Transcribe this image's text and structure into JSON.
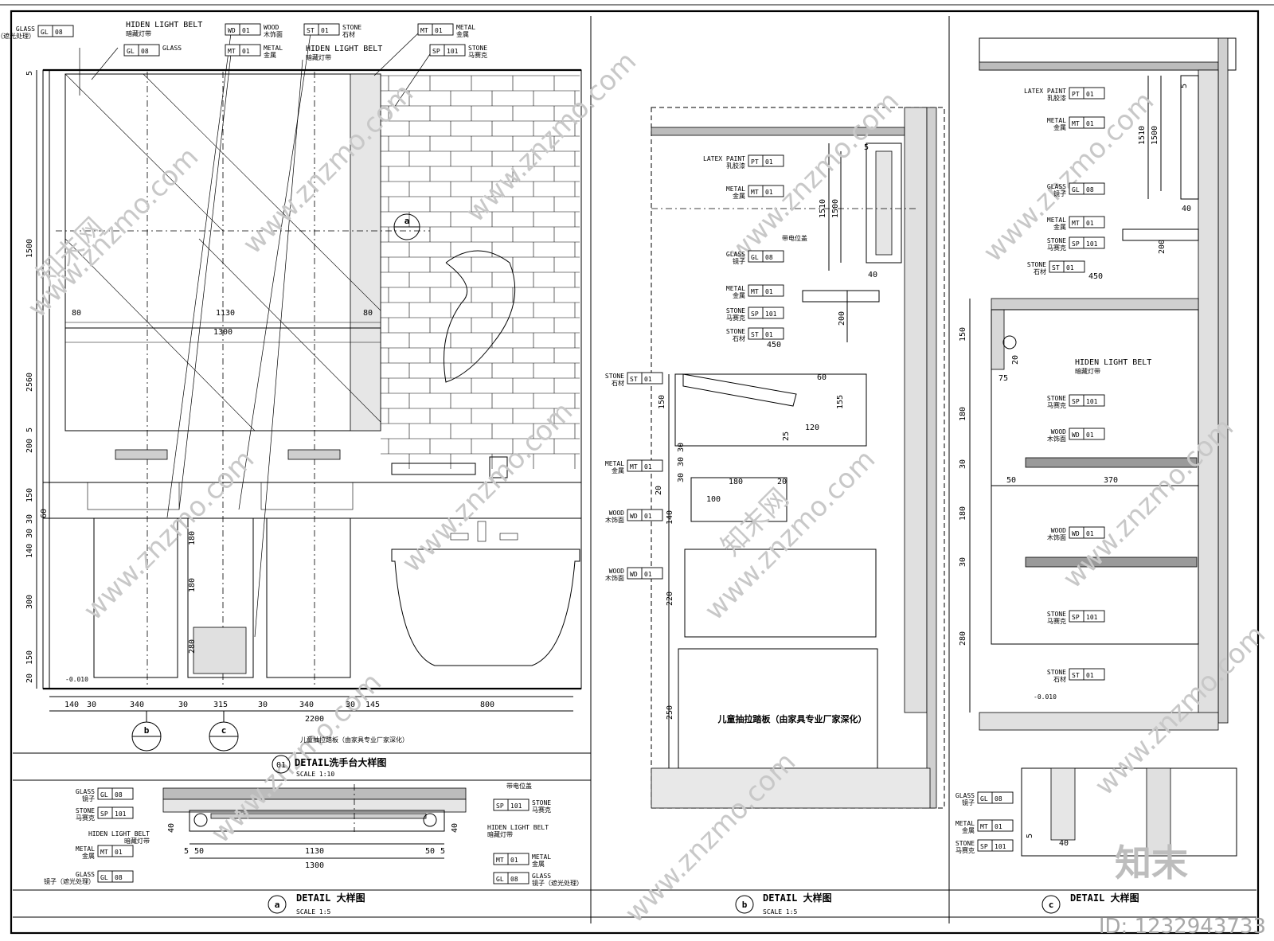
{
  "detail01": {
    "number": "01",
    "title": "DETAIL洗手台大样图",
    "scale": "SCALE  1:10",
    "tags": [
      {
        "code": "GL",
        "num": "08",
        "en": "GLASS",
        "cn": "镜子（遮光处理）"
      },
      {
        "code": "GL",
        "num": "08",
        "en": "GLASS",
        "cn": ""
      },
      {
        "code": "WD",
        "num": "01",
        "en": "WOOD",
        "cn": "木饰面"
      },
      {
        "code": "MT",
        "num": "01",
        "en": "METAL",
        "cn": "金属"
      },
      {
        "code": "ST",
        "num": "01",
        "en": "STONE",
        "cn": "石材"
      },
      {
        "code": "MT",
        "num": "01",
        "en": "METAL",
        "cn": "金属"
      },
      {
        "code": "SP",
        "num": "101",
        "en": "STONE",
        "cn": "马赛克"
      }
    ],
    "light_belt_1": "HIDEN LIGHT BELT",
    "light_belt_1_cn": "暗藏灯带",
    "light_belt_2": "HIDEN LIGHT BELT",
    "light_belt_2_cn": "暗藏灯带",
    "vdims_left": [
      "2560",
      "1500",
      "200",
      "150",
      "30",
      "30",
      "140",
      "300",
      "150",
      "20",
      "5",
      "5",
      "60"
    ],
    "vdims_mid": [
      "180",
      "180",
      "280"
    ],
    "hdims_top": [
      "80",
      "1130",
      "80"
    ],
    "hdim_total_top": "1300",
    "hdims_bottom": [
      "140",
      "30",
      "340",
      "30",
      "315",
      "30",
      "340",
      "30",
      "145",
      "800"
    ],
    "hdim_total_bottom": "2200",
    "level": "-0.010",
    "section_a": "a",
    "section_b": "b",
    "section_c": "c",
    "note_cn": "儿童抽拉踏板（由家具专业厂家深化）"
  },
  "detailA": {
    "label": "a",
    "title": "DETAIL   大样图",
    "scale": "SCALE  1:5",
    "tags_left": [
      {
        "code": "GL",
        "num": "08",
        "en": "GLASS",
        "cn": "镜子"
      },
      {
        "code": "SP",
        "num": "101",
        "en": "STONE",
        "cn": "马赛克"
      },
      {
        "code": "MT",
        "num": "01",
        "en": "METAL",
        "cn": "金属"
      },
      {
        "code": "GL",
        "num": "08",
        "en": "GLASS",
        "cn": "镜子（遮光处理）"
      }
    ],
    "tags_right": [
      {
        "code": "SP",
        "num": "101",
        "en": "STONE",
        "cn": "马赛克"
      },
      {
        "code": "MT",
        "num": "01",
        "en": "METAL",
        "cn": "金属"
      },
      {
        "code": "GL",
        "num": "08",
        "en": "GLASS",
        "cn": "镜子（遮光处理）"
      }
    ],
    "note_power": "带电位盖",
    "light_belt_l": "HIDEN LIGHT BELT",
    "light_belt_l_cn": "暗藏灯带",
    "light_belt_r": "HIDEN LIGHT BELT",
    "light_belt_r_cn": "暗藏灯带",
    "dims": [
      "5",
      "50",
      "1130",
      "50",
      "5"
    ],
    "dim_total": "1300",
    "dim_40a": "40",
    "dim_40b": "40"
  },
  "detailB": {
    "label": "b",
    "title": "DETAIL   大样图",
    "scale": "SCALE  1:5",
    "tags": [
      {
        "code": "PT",
        "num": "01",
        "en": "LATEX PAINT",
        "cn": "乳胶漆"
      },
      {
        "code": "MT",
        "num": "01",
        "en": "METAL",
        "cn": "金属"
      },
      {
        "code": "GL",
        "num": "08",
        "en": "GLASS",
        "cn": "镜子"
      },
      {
        "code": "MT",
        "num": "01",
        "en": "METAL",
        "cn": "金属"
      },
      {
        "code": "SP",
        "num": "101",
        "en": "STONE",
        "cn": "马赛克"
      },
      {
        "code": "ST",
        "num": "01",
        "en": "STONE",
        "cn": "石材"
      }
    ],
    "tags_left": [
      {
        "code": "ST",
        "num": "01",
        "en": "STONE",
        "cn": "石材"
      },
      {
        "code": "MT",
        "num": "01",
        "en": "METAL",
        "cn": "金属"
      },
      {
        "code": "WD",
        "num": "01",
        "en": "WOOD",
        "cn": "木饰面"
      },
      {
        "code": "WD",
        "num": "01",
        "en": "WOOD",
        "cn": "木饰面"
      }
    ],
    "note_power": "带电位盖",
    "note_drawer": "儿童抽拉踏板（由家具专业厂家深化）",
    "dims": [
      "1510",
      "1500",
      "40",
      "200",
      "450",
      "60",
      "155",
      "120",
      "25",
      "150",
      "30",
      "30",
      "20",
      "30",
      "180",
      "20",
      "140",
      "220",
      "250",
      "5",
      "100"
    ]
  },
  "detailC": {
    "label": "c",
    "title": "DETAIL   大样图",
    "tags": [
      {
        "code": "PT",
        "num": "01",
        "en": "LATEX PAINT",
        "cn": "乳胶漆"
      },
      {
        "code": "MT",
        "num": "01",
        "en": "METAL",
        "cn": "金属"
      },
      {
        "code": "GL",
        "num": "08",
        "en": "GLASS",
        "cn": "镜子"
      },
      {
        "code": "MT",
        "num": "01",
        "en": "METAL",
        "cn": "金属"
      },
      {
        "code": "SP",
        "num": "101",
        "en": "STONE",
        "cn": "马赛克"
      },
      {
        "code": "ST",
        "num": "01",
        "en": "STONE",
        "cn": "石材"
      },
      {
        "code": "SP",
        "num": "101",
        "en": "STONE",
        "cn": "马赛克"
      },
      {
        "code": "WD",
        "num": "01",
        "en": "WOOD",
        "cn": "木饰面"
      },
      {
        "code": "WD",
        "num": "01",
        "en": "WOOD",
        "cn": "木饰面"
      },
      {
        "code": "SP",
        "num": "101",
        "en": "STONE",
        "cn": "马赛克"
      },
      {
        "code": "ST",
        "num": "01",
        "en": "STONE",
        "cn": "石材"
      }
    ],
    "tags_bottom": [
      {
        "code": "GL",
        "num": "08",
        "en": "GLASS",
        "cn": "镜子"
      },
      {
        "code": "MT",
        "num": "01",
        "en": "METAL",
        "cn": "金属"
      },
      {
        "code": "SP",
        "num": "101",
        "en": "STONE",
        "cn": "马赛克"
      }
    ],
    "light_belt": "HIDEN LIGHT BELT",
    "light_belt_cn": "暗藏灯带",
    "dims": [
      "1510",
      "1500",
      "40",
      "200",
      "450",
      "150",
      "20",
      "75",
      "180",
      "30",
      "50",
      "370",
      "180",
      "30",
      "280",
      "5",
      "40",
      "5"
    ],
    "level": "-0.010"
  },
  "watermark": "www.znzmo.com",
  "watermark_cn": "知末网",
  "brand": "知末",
  "id_label": "ID: 1232943733"
}
